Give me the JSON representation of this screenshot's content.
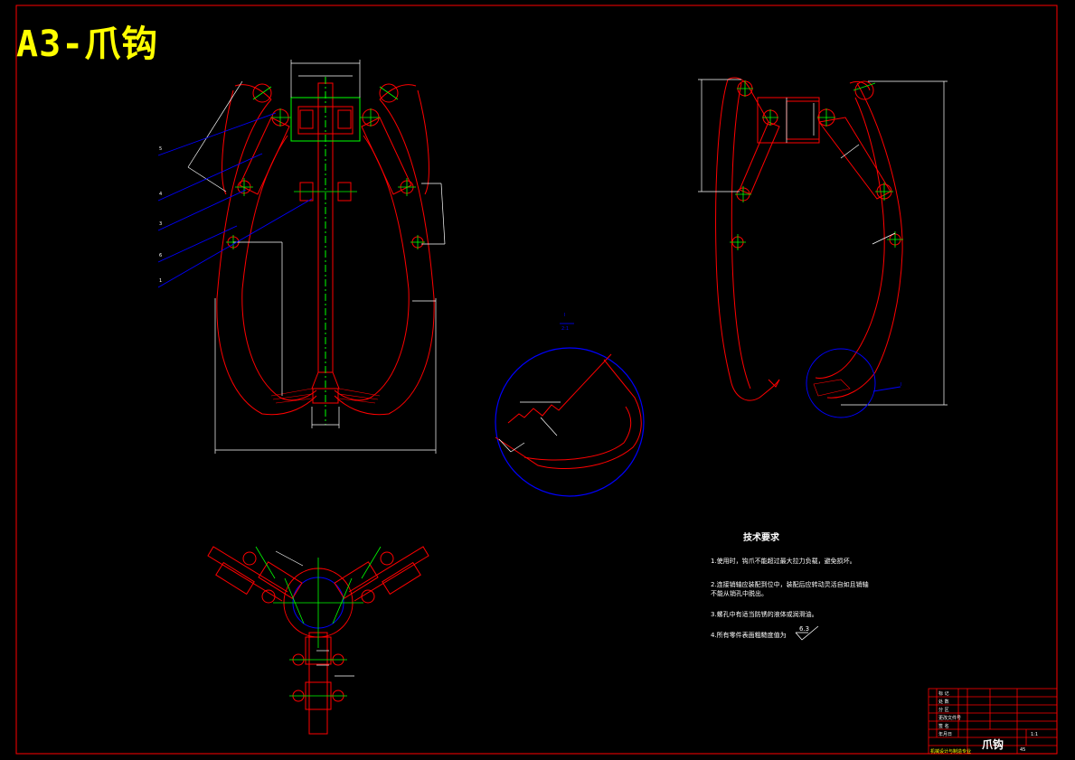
{
  "title": "A3-爪钩",
  "section_labels": {
    "detail_top": "I",
    "detail_bottom": "2:1",
    "callout": "I"
  },
  "part_numbers": [
    "5",
    "4",
    "3",
    "6",
    "1"
  ],
  "technical_requirements": {
    "heading": "技术要求",
    "items": [
      "1.使用时，钩爪不能超过最大拉力负载，避免损坏。",
      "2.连接销轴应装配到位中，装配后应转动灵活自如且销轴不能从销孔中脱出。",
      "3.螺孔中有适当防锈的液体或润滑油。",
      "4.所有零件表面粗糙度值为"
    ],
    "roughness_value": "6.3"
  },
  "title_block": {
    "part_name": "爪钩",
    "scale": "1:1",
    "rows": [
      "标 记",
      "处 数",
      "分 区",
      "更改文件号",
      "签 名",
      "年月日"
    ],
    "footer_left": "机械设计与制造专业",
    "material": "45"
  },
  "colors": {
    "part_outline": "#ff0000",
    "centerline": "#00ff00",
    "leader": "#0000ff",
    "dimension": "#ffffff",
    "detail_circle": "#0000ff",
    "title": "#ffff00",
    "border": "#ff0000"
  }
}
